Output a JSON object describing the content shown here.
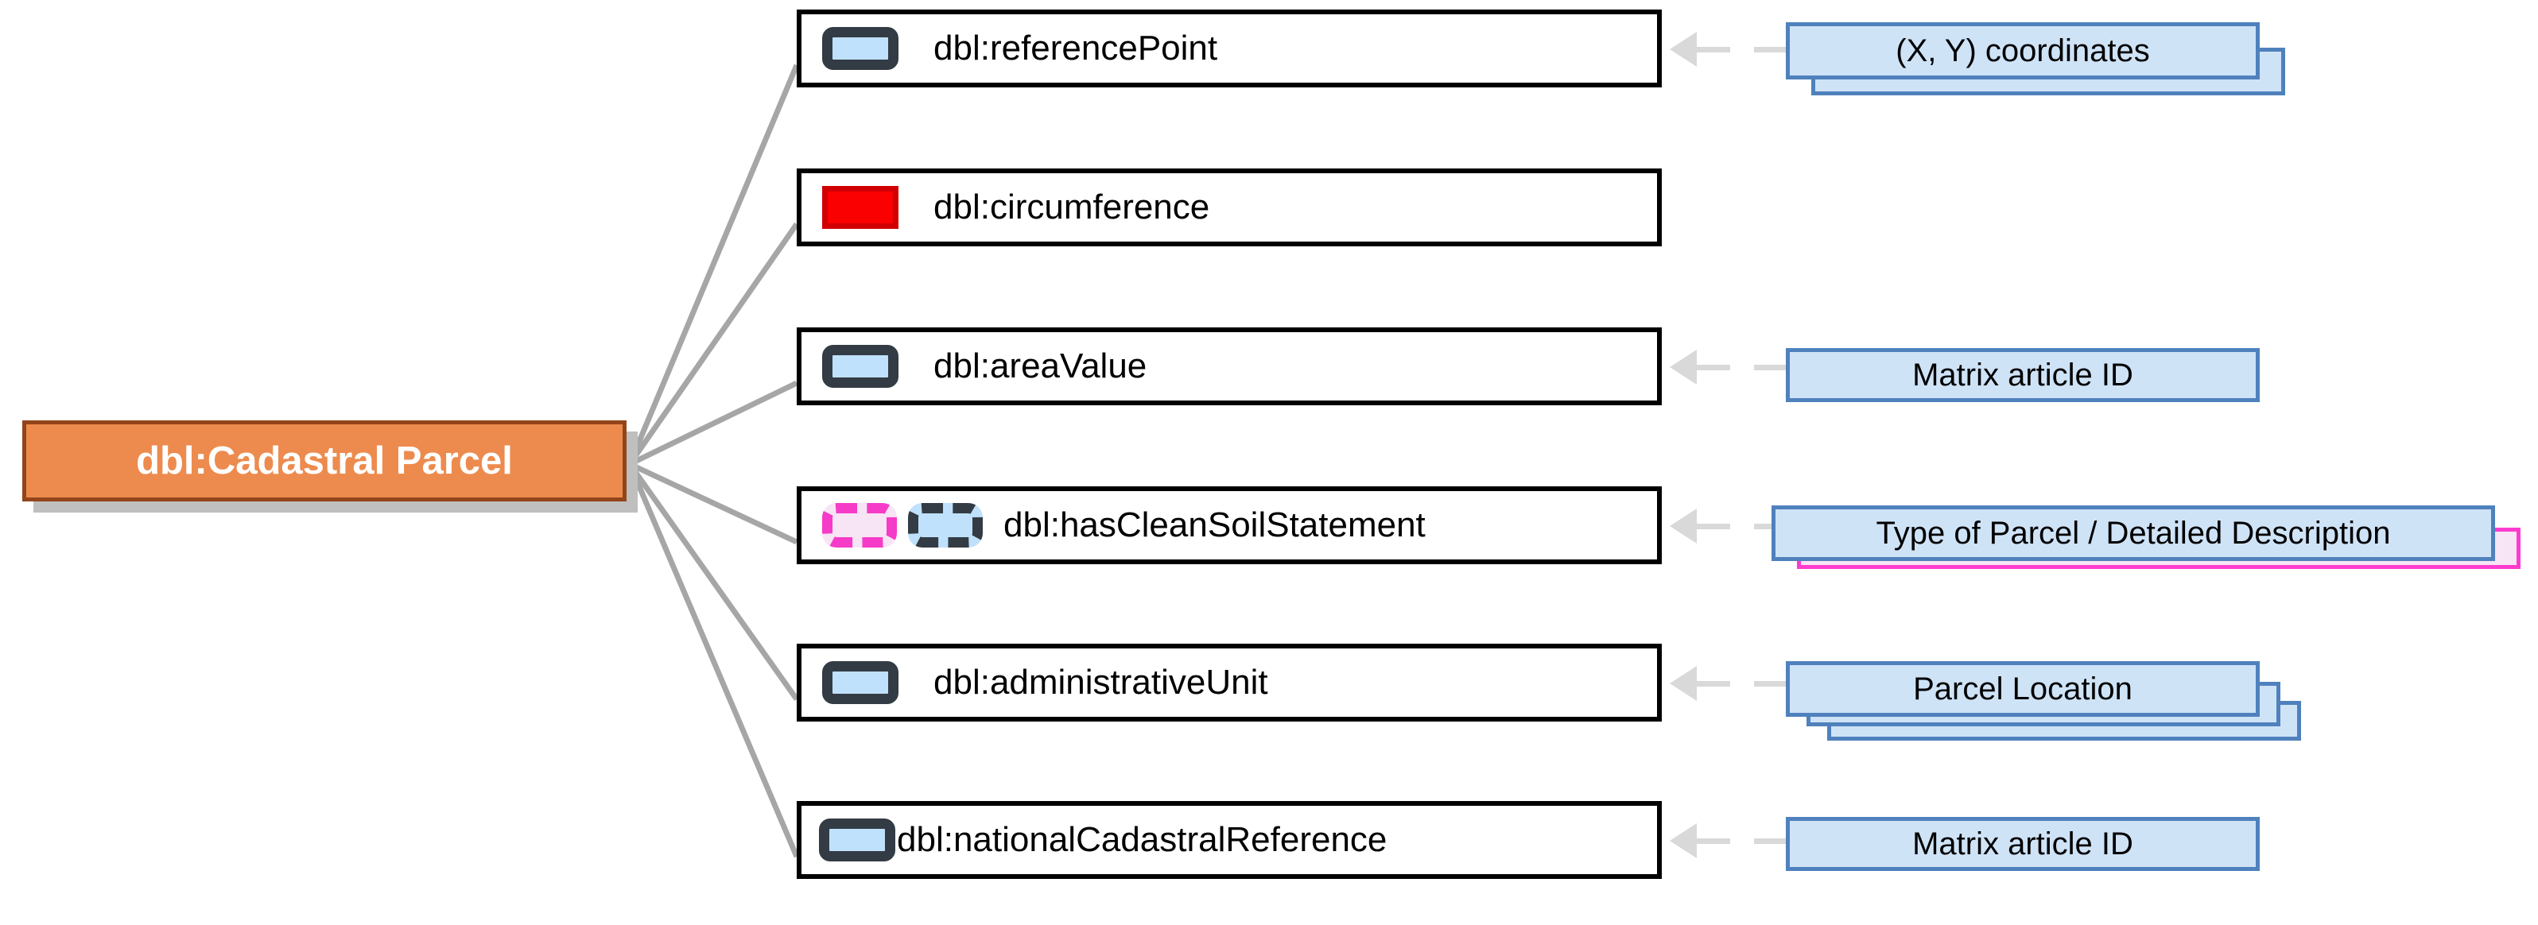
{
  "diagram": {
    "title": "dbl:Cadastral Parcel property map",
    "root": {
      "label": "dbl:Cadastral Parcel",
      "fill": "#ED8B4E",
      "border": "#93441A",
      "text_color": "#FFFFFF",
      "shadow": "#BFBFBF"
    },
    "colors": {
      "row_border": "#000000",
      "row_fill": "#FFFFFF",
      "icon_blue_fill": "#BFE1FB",
      "icon_dark_border": "#333B44",
      "icon_red_fill": "#FB0000",
      "icon_pink_border": "#F53BC7",
      "icon_pink_fill": "#F7E4F5",
      "card_fill": "#CFE3F7",
      "card_border": "#4F81BD",
      "card_pink_fill": "#F7E4F5",
      "card_pink_border": "#FF3BCF",
      "connector": "#A6A6A6",
      "arrow": "#D9D9D9"
    },
    "rows": [
      {
        "label": "dbl:referencePoint",
        "icons": [
          "rounded-rect-blue-icon"
        ],
        "arrow": "left-arrow-icon",
        "card": {
          "label": "(X, Y) coordinates",
          "layers": 2,
          "style": "blue"
        }
      },
      {
        "label": "dbl:circumference",
        "icons": [
          "solid-red-rect-icon"
        ],
        "arrow": null,
        "card": null
      },
      {
        "label": "dbl:areaValue",
        "icons": [
          "rounded-rect-blue-icon"
        ],
        "arrow": "left-arrow-icon",
        "card": {
          "label": "Matrix article ID",
          "layers": 1,
          "style": "blue"
        }
      },
      {
        "label": "dbl:hasCleanSoilStatement",
        "icons": [
          "dashed-rect-pink-icon",
          "dashed-rect-dark-icon"
        ],
        "arrow": "left-arrow-icon",
        "card": {
          "label": "Type of Parcel / Detailed Description",
          "layers": 1,
          "style": "blue-over-pink"
        }
      },
      {
        "label": "dbl:administrativeUnit",
        "icons": [
          "rounded-rect-blue-icon"
        ],
        "arrow": "left-arrow-icon",
        "card": {
          "label": "Parcel Location",
          "layers": 3,
          "style": "blue"
        }
      },
      {
        "label": "dbl:nationalCadastralReference",
        "icons": [
          "rounded-rect-blue-icon"
        ],
        "arrow": "left-arrow-icon",
        "card": {
          "label": "Matrix article ID",
          "layers": 1,
          "style": "blue"
        }
      }
    ]
  }
}
